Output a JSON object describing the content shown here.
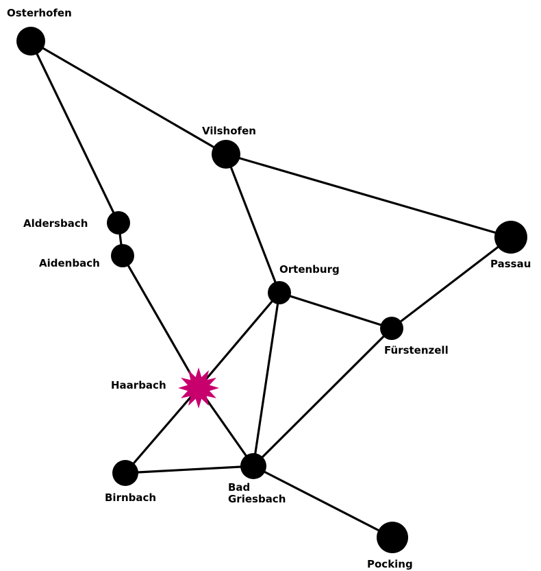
{
  "map": {
    "colors": {
      "background": "#ffffff",
      "road": "#000000",
      "town": "#000000",
      "highlight": "#c8006e"
    },
    "towns": [
      {
        "id": "osterhofen",
        "name": "Osterhofen"
      },
      {
        "id": "vilshofen",
        "name": "Vilshofen"
      },
      {
        "id": "aldersbach",
        "name": "Aldersbach"
      },
      {
        "id": "aidenbach",
        "name": "Aidenbach"
      },
      {
        "id": "passau",
        "name": "Passau"
      },
      {
        "id": "ortenburg",
        "name": "Ortenburg"
      },
      {
        "id": "fuerstenzell",
        "name": "Fürstenzell"
      },
      {
        "id": "haarbach",
        "name": "Haarbach",
        "highlighted": true,
        "marker": "star-icon"
      },
      {
        "id": "birnbach",
        "name": "Birnbach"
      },
      {
        "id": "bad-griesbach",
        "name": "Bad",
        "name_line2": "Griesbach"
      },
      {
        "id": "pocking",
        "name": "Pocking"
      }
    ],
    "roads": [
      [
        "osterhofen",
        "vilshofen"
      ],
      [
        "osterhofen",
        "aldersbach"
      ],
      [
        "aldersbach",
        "aidenbach"
      ],
      [
        "aidenbach",
        "haarbach"
      ],
      [
        "vilshofen",
        "passau"
      ],
      [
        "vilshofen",
        "ortenburg"
      ],
      [
        "passau",
        "fuerstenzell"
      ],
      [
        "ortenburg",
        "fuerstenzell"
      ],
      [
        "ortenburg",
        "haarbach"
      ],
      [
        "ortenburg",
        "bad-griesbach"
      ],
      [
        "fuerstenzell",
        "bad-griesbach"
      ],
      [
        "haarbach",
        "birnbach"
      ],
      [
        "haarbach",
        "bad-griesbach"
      ],
      [
        "birnbach",
        "bad-griesbach"
      ],
      [
        "bad-griesbach",
        "pocking"
      ]
    ]
  }
}
